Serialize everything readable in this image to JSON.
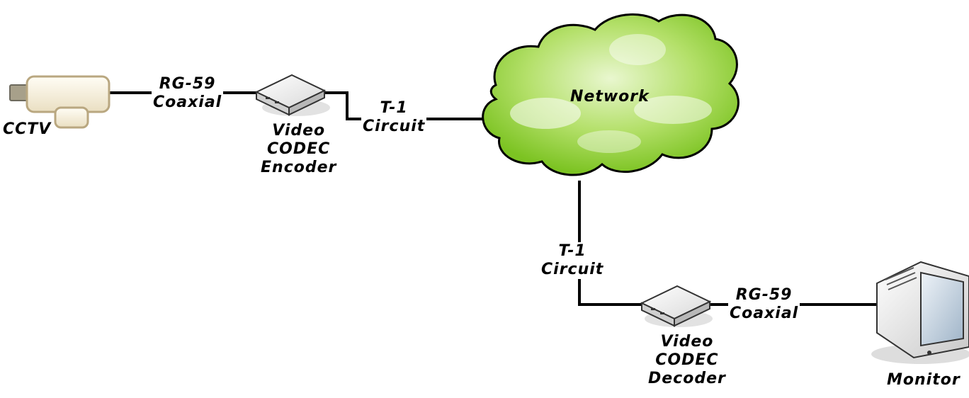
{
  "diagram": {
    "nodes": {
      "cctv": {
        "label": "CCTV",
        "icon": "cctv-camera-icon"
      },
      "encoder": {
        "label_lines": [
          "Video",
          "CODEC",
          "Encoder"
        ],
        "icon": "codec-box-icon"
      },
      "network": {
        "label": "Network",
        "icon": "network-cloud-icon"
      },
      "decoder": {
        "label_lines": [
          "Video",
          "CODEC",
          "Decoder"
        ],
        "icon": "codec-box-icon"
      },
      "monitor": {
        "label": "Monitor",
        "icon": "crt-monitor-icon"
      }
    },
    "links": {
      "cctv_encoder": {
        "label_lines": [
          "RG-59",
          "Coaxial"
        ]
      },
      "encoder_network": {
        "label_lines": [
          "T-1",
          "Circuit"
        ]
      },
      "network_decoder": {
        "label_lines": [
          "T-1",
          "Circuit"
        ]
      },
      "decoder_monitor": {
        "label_lines": [
          "RG-59",
          "Coaxial"
        ]
      }
    }
  },
  "colors": {
    "cloud_fill": "#8fd13a",
    "cloud_stroke": "#000000",
    "camera_fill": "#f6efdc",
    "camera_stroke": "#b9a780",
    "device_fill": "#f2f2f2",
    "link": "#000000"
  }
}
